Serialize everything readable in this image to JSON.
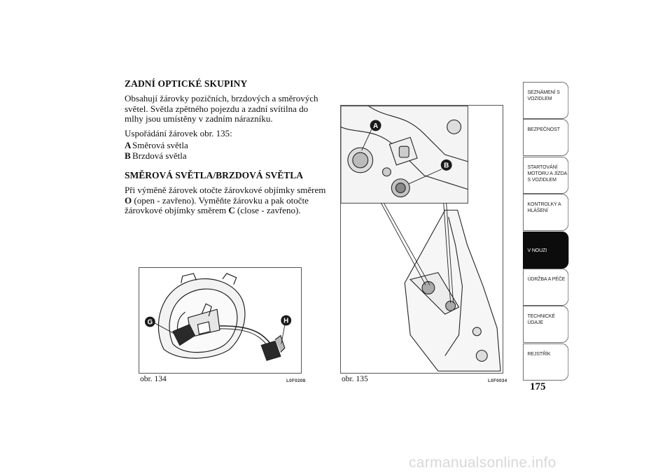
{
  "section1": {
    "title": "ZADNÍ OPTICKÉ SKUPINY",
    "paragraph": "Obsahují žárovky pozičních, brzdových a směrových světel. Světla zpětného pojezdu a zadní svítilna do mlhy jsou umístěny v zadním nárazníku.",
    "arrangement": "Uspořádání žárovek obr. 135:",
    "legend": [
      {
        "key": "A",
        "text": "Směrová světla"
      },
      {
        "key": "B",
        "text": "Brzdová světla"
      }
    ]
  },
  "section2": {
    "title": "SMĚROVÁ SVĚTLA/BRZDOVÁ SVĚTLA",
    "text_1": "Při výměně žárovek otočte žárovkové objímky směrem ",
    "bold_O": "O",
    "text_2": " (open - zavřeno). Vyměňte žárovku a pak otočte žárovkové objímky směrem ",
    "bold_C": "C",
    "text_3": " (close - zavřeno)."
  },
  "figures": [
    {
      "caption": "obr. 134",
      "code": "L0F0208",
      "labels": [
        "G",
        "H"
      ]
    },
    {
      "caption": "obr. 135",
      "code": "L0F0034",
      "labels": [
        "A",
        "B"
      ]
    }
  ],
  "side_tabs": [
    {
      "label": "SEZNÁMENÍ S VOZIDLEM",
      "active": false
    },
    {
      "label": "BEZPEČNOST",
      "active": false
    },
    {
      "label": "STARTOVÁNÍ MOTORU A JÍZDA S VOZIDLEM",
      "active": false
    },
    {
      "label": "KONTROLKY A HLÁŠENÍ",
      "active": false
    },
    {
      "label": "V NOUZI",
      "active": true
    },
    {
      "label": "ÚDRŽBA A PÉČE",
      "active": false
    },
    {
      "label": "TECHNICKÉ ÚDAJE",
      "active": false
    },
    {
      "label": "REJSTŘÍK",
      "active": false
    }
  ],
  "page_number": "175",
  "footer": "carmanualsonline.info",
  "colors": {
    "active_tab": "#0c0c0c",
    "label_badge": "#1a1a1a",
    "watermark": "#d8d8d8"
  }
}
